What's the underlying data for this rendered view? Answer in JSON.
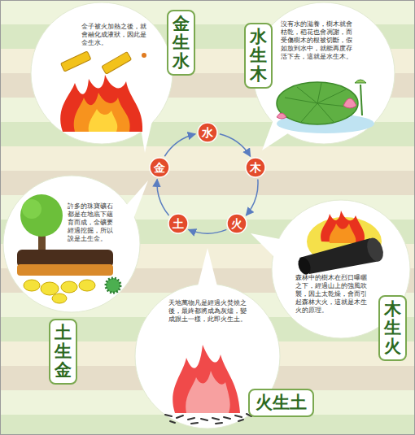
{
  "diagram": {
    "nodes": [
      {
        "text": [
          "金生水",
          "金子被火加熱之後，就會融化成液狀，因此是金生水。"
        ]
      },
      {
        "text": [
          "水生木",
          "沒有水的滋養，樹木就會枯乾，稻花也會凋謝，而受傷樹木的根被切斷，假如放到水中，就能再度存活下去，這就是水生木。"
        ]
      },
      {
        "text": [
          "水"
        ]
      },
      {
        "text": [
          "金"
        ]
      },
      {
        "text": [
          "木"
        ]
      },
      {
        "text": [
          "土"
        ]
      },
      {
        "text": [
          "火"
        ]
      },
      {
        "text": [
          "土生金",
          "許多的珠寶礦石都是在地底下蘊育而成，金礦要經過挖掘，所以說是土生金。"
        ]
      },
      {
        "text": [
          "木生火",
          "森林中的樹木在烈日曝曬之下，經過山上的強風吹襲，因土太乾燥，會而引起森林大火，這就是木生火的原理。"
        ]
      },
      {
        "text": [
          "火生土",
          "天地萬物凡是經過火焚燒之後，最終都將成為灰燼，變成跟土一樣，此即火生土。"
        ]
      }
    ],
    "edges": [
      {
        "from": 2,
        "to": 4,
        "arrow": "to"
      },
      {
        "from": 4,
        "to": 6,
        "arrow": "to"
      },
      {
        "from": 6,
        "to": 5,
        "arrow": "to"
      },
      {
        "from": 5,
        "to": 3,
        "arrow": "to"
      },
      {
        "from": 3,
        "to": 2,
        "arrow": "to"
      }
    ]
  }
}
